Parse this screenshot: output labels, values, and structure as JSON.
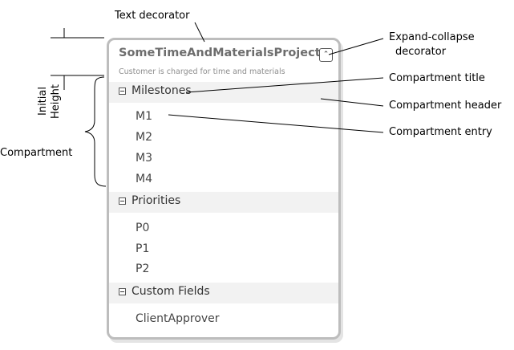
{
  "shape": {
    "title": "SomeTimeAndMaterialsProject",
    "subtitle": "Customer is charged for time and materials",
    "expand_icon": "double-chevron-up-icon",
    "compartments": [
      {
        "title": "Milestones",
        "entries": [
          "M1",
          "M2",
          "M3",
          "M4"
        ]
      },
      {
        "title": "Priorities",
        "entries": [
          "P0",
          "P1",
          "P2"
        ]
      },
      {
        "title": "Custom Fields",
        "entries": [
          "ClientApprover"
        ]
      }
    ]
  },
  "annotations": {
    "text_decorator": "Text decorator",
    "expand_collapse_line1": "Expand-collapse",
    "expand_collapse_line2": "decorator",
    "compartment_title": "Compartment title",
    "compartment_header": "Compartment  header",
    "compartment_entry": "Compartment entry",
    "initial": "Initial",
    "height": "Height",
    "compartment": "Compartment"
  }
}
